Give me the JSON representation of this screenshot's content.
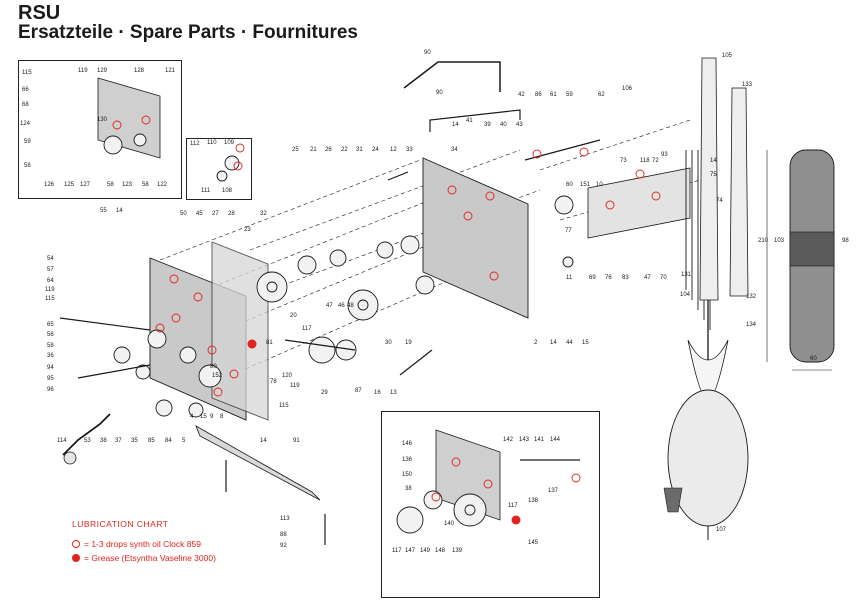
{
  "header": {
    "title": "RSU",
    "subtitle": "Ersatzteile · Spare Parts · Fournitures"
  },
  "lubrication": {
    "heading": "LUBRICATION CHART",
    "oil": "= 1-3 drops synth oil Clock 859",
    "grease": "= Grease (Etsyntha Vaseline 3000)"
  },
  "colors": {
    "ink": "#1a1a1a",
    "accent": "#e2241f",
    "plate": "#bdbdbd"
  },
  "labels": {
    "box_top_left": [
      "115",
      "119",
      "129",
      "128",
      "121",
      "66",
      "68",
      "124",
      "130",
      "59",
      "58",
      "126",
      "125",
      "127",
      "58",
      "123",
      "58",
      "122"
    ],
    "box_small": [
      "112",
      "110",
      "109",
      "111",
      "108"
    ],
    "main_left": [
      "55",
      "14",
      "54",
      "57",
      "64",
      "119",
      "115",
      "65",
      "56",
      "58",
      "36",
      "94",
      "95",
      "96",
      "114",
      "53",
      "38",
      "37",
      "35",
      "85",
      "84",
      "5",
      "4",
      "15",
      "9",
      "8",
      "14",
      "91",
      "50",
      "45",
      "27",
      "28",
      "32",
      "23",
      "20",
      "117",
      "81",
      "120",
      "119",
      "115",
      "78",
      "80",
      "152"
    ],
    "main_center": [
      "25",
      "21",
      "26",
      "22",
      "31",
      "24",
      "12",
      "33",
      "34",
      "47",
      "46",
      "48",
      "30",
      "29",
      "87",
      "16",
      "13",
      "19"
    ],
    "main_right": [
      "41",
      "14",
      "39",
      "40",
      "43",
      "42",
      "86",
      "61",
      "59",
      "60",
      "151",
      "10",
      "62",
      "106",
      "73",
      "118",
      "93",
      "72",
      "14",
      "75",
      "74",
      "11",
      "69",
      "76",
      "83",
      "47",
      "70",
      "131",
      "77",
      "2",
      "14",
      "44",
      "15"
    ],
    "pendulum": [
      "105",
      "133",
      "103",
      "98",
      "210",
      "104",
      "132",
      "134",
      "60",
      "107"
    ],
    "base": [
      "113",
      "88",
      "92",
      "90",
      "90"
    ],
    "box_bottom": [
      "146",
      "136",
      "150",
      "38",
      "142",
      "143",
      "141",
      "144",
      "137",
      "138",
      "117",
      "140",
      "145",
      "117",
      "147",
      "149",
      "148",
      "139"
    ]
  }
}
